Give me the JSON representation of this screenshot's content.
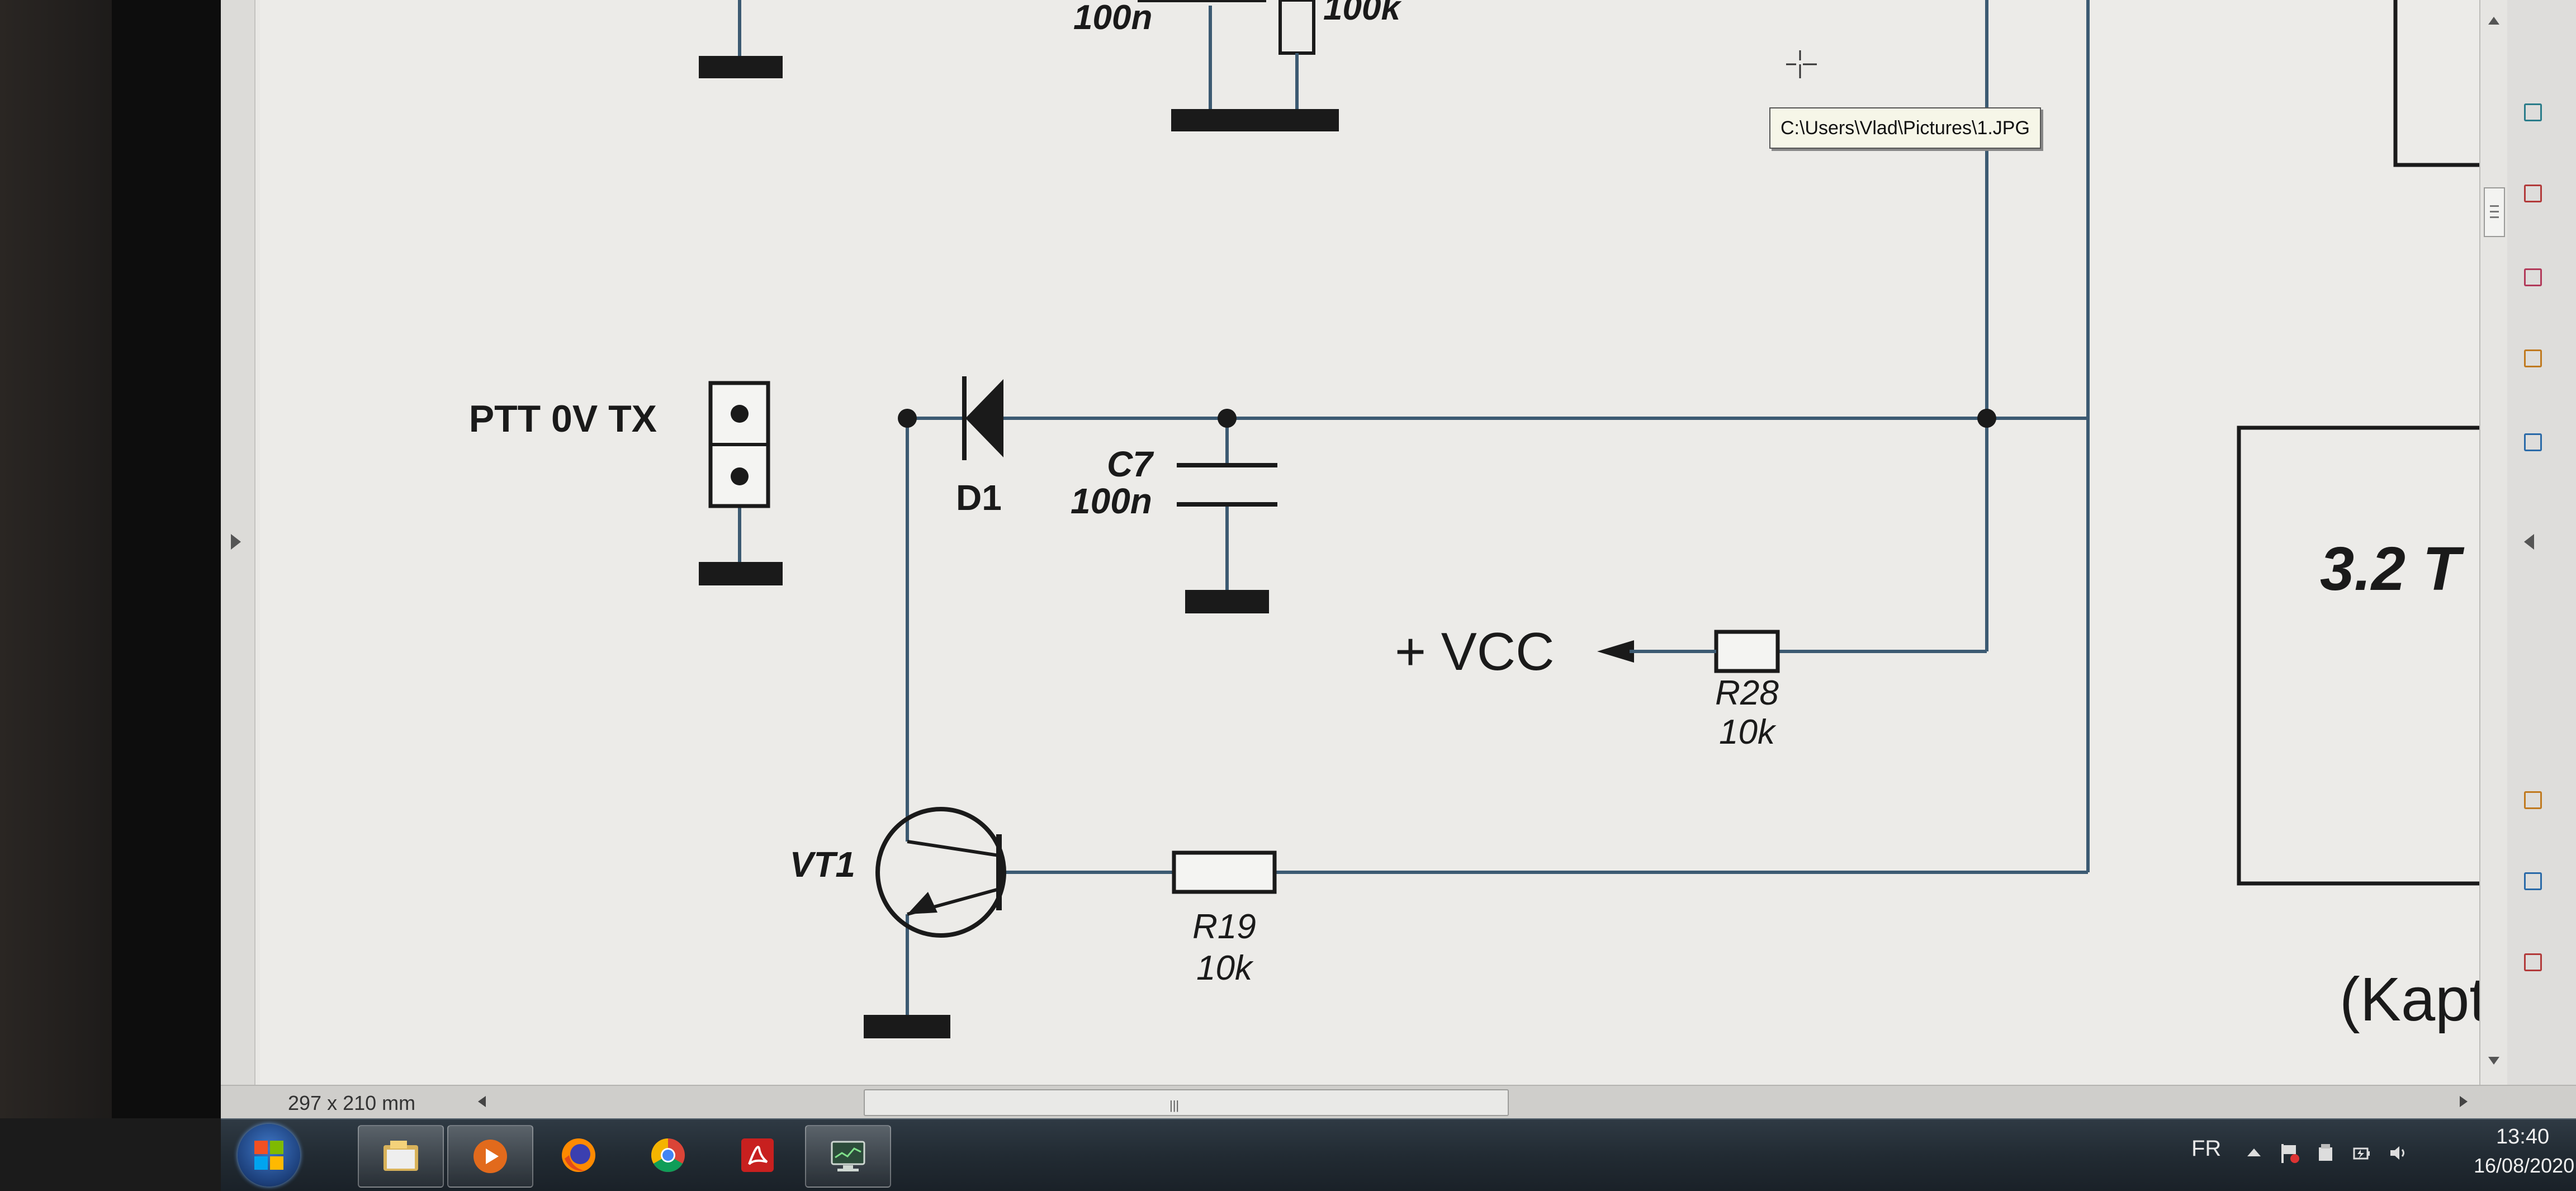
{
  "tooltip": {
    "path": "C:\\Users\\Vlad\\Pictures\\1.JPG"
  },
  "schematic": {
    "labels": {
      "cap_top": "100n",
      "res_top": "100k",
      "ptt": "PTT 0V TX",
      "diode": "D1",
      "c7_name": "C7",
      "c7_value": "100n",
      "vcc": "+ VCC",
      "r28_name": "R28",
      "r28_value": "10k",
      "vt1": "VT1",
      "r19_name": "R19",
      "r19_value": "10k",
      "section_title": "3.2 T",
      "section_caption": "(Kapt"
    }
  },
  "status_bar": {
    "page_size": "297 x 210 mm",
    "scroll_grip": "|||"
  },
  "taskbar": {
    "start_icon": "windows-start-icon",
    "apps": [
      {
        "icon": "file-explorer-icon"
      },
      {
        "icon": "media-player-icon"
      },
      {
        "icon": "firefox-icon"
      },
      {
        "icon": "chrome-icon"
      },
      {
        "icon": "pdf-reader-icon"
      },
      {
        "icon": "monitor-app-icon"
      }
    ],
    "language": "FR",
    "clock": {
      "time": "13:40",
      "date": "16/08/2020"
    }
  },
  "colors": {
    "taskbar": "#222b33",
    "paper": "#ecebe8",
    "wire": "#3c5a72"
  }
}
